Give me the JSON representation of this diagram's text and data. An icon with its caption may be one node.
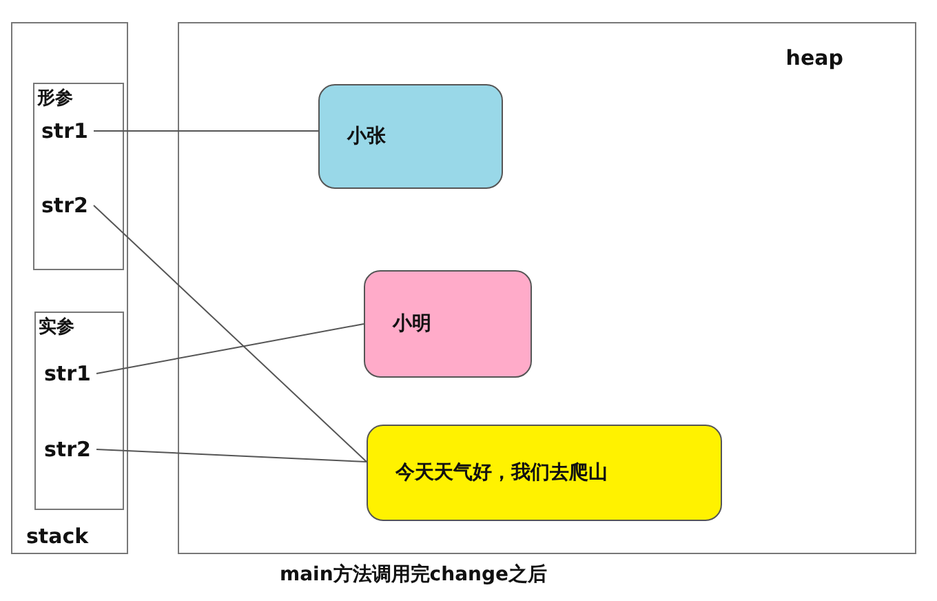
{
  "diagram": {
    "caption": "main方法调用完change之后",
    "nodes": [
      {
        "text": [
          "stack"
        ]
      },
      {
        "text": [
          "形参"
        ],
        "in": 0
      },
      {
        "text": [
          "str1"
        ],
        "in": 1
      },
      {
        "text": [
          "str2"
        ],
        "in": 1
      },
      {
        "text": [
          "实参"
        ],
        "in": 0
      },
      {
        "text": [
          "str1"
        ],
        "in": 4
      },
      {
        "text": [
          "str2"
        ],
        "in": 4
      },
      {
        "text": [
          "heap"
        ]
      },
      {
        "text": [
          "小张"
        ],
        "in": 7
      },
      {
        "text": [
          "小明"
        ],
        "in": 7
      },
      {
        "text": [
          "今天天气好，我们去爬山"
        ],
        "in": 7
      }
    ],
    "edges": [
      {
        "from": 2,
        "to": 8,
        "arrow": "none"
      },
      {
        "from": 3,
        "to": 10,
        "arrow": "none"
      },
      {
        "from": 5,
        "to": 9,
        "arrow": "none"
      },
      {
        "from": 6,
        "to": 10,
        "arrow": "none"
      }
    ]
  }
}
